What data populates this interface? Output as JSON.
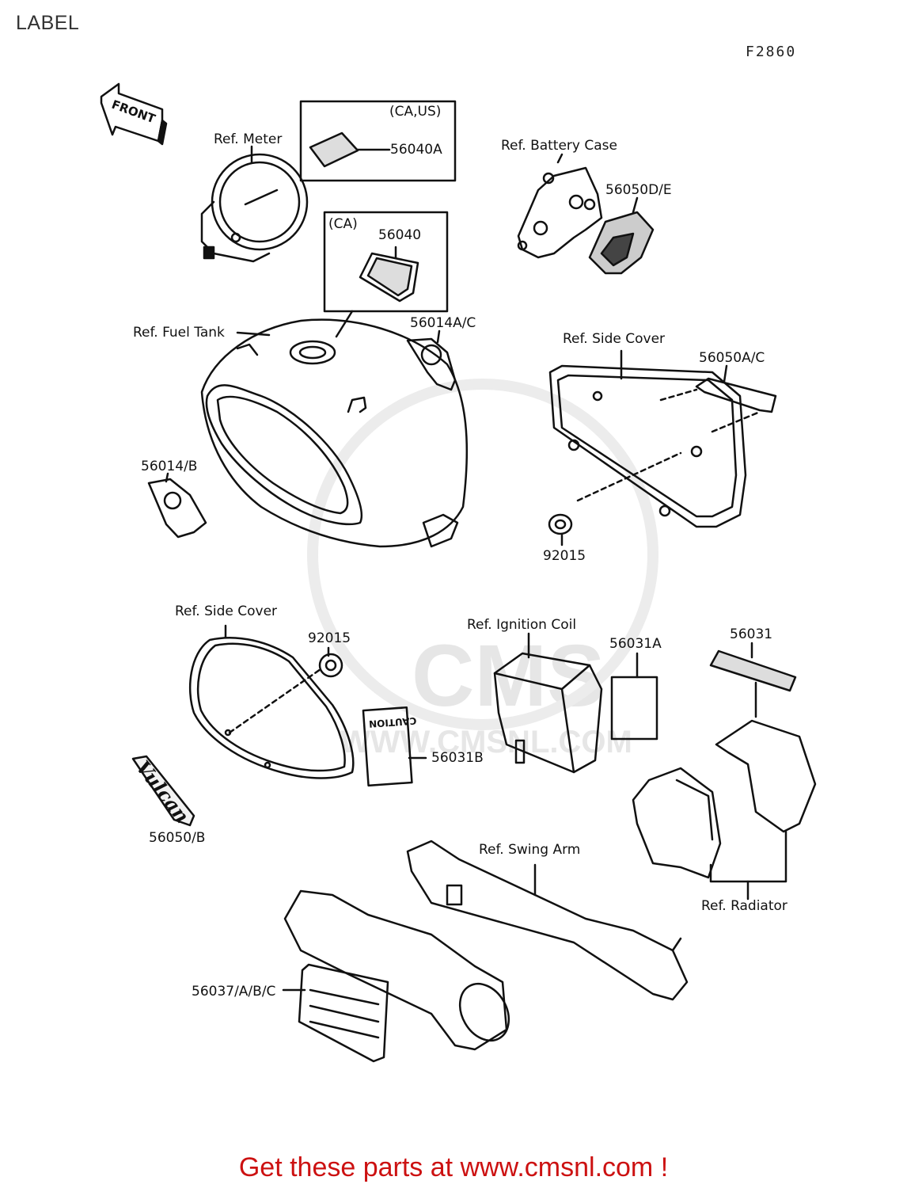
{
  "page": {
    "title": "LABEL",
    "drawing_code": "F2860"
  },
  "watermark": {
    "brand": "CMS",
    "url": "WWW.CMSNL.COM"
  },
  "front_arrow": "FRONT",
  "callouts": {
    "ref_meter": "Ref. Meter",
    "ca_us": "(CA,US)",
    "p56040A": "56040A",
    "ca": "(CA)",
    "p56040": "56040",
    "ref_battery_case": "Ref. Battery Case",
    "p56050DE": "56050D/E",
    "ref_fuel_tank": "Ref. Fuel Tank",
    "p56014AC": "56014A/C",
    "ref_side_cover_top": "Ref. Side Cover",
    "p56050AC": "56050A/C",
    "p56014B": "56014/B",
    "p92015_top": "92015",
    "ref_side_cover_bottom": "Ref. Side Cover",
    "p92015_bottom": "92015",
    "ref_ignition_coil": "Ref. Ignition Coil",
    "p56031A": "56031A",
    "p56031": "56031",
    "caution": "CAUTION",
    "p56031B": "56031B",
    "vulcan": "Vulcan",
    "p56050B": "56050/B",
    "ref_swing_arm": "Ref. Swing Arm",
    "ref_radiator": "Ref. Radiator",
    "p56037ABC": "56037/A/B/C"
  },
  "footer": {
    "cta": "Get these parts at www.cmsnl.com !"
  },
  "colors": {
    "line": "#111111",
    "footer": "#cc1111",
    "watermark": "#e6e6e6"
  }
}
